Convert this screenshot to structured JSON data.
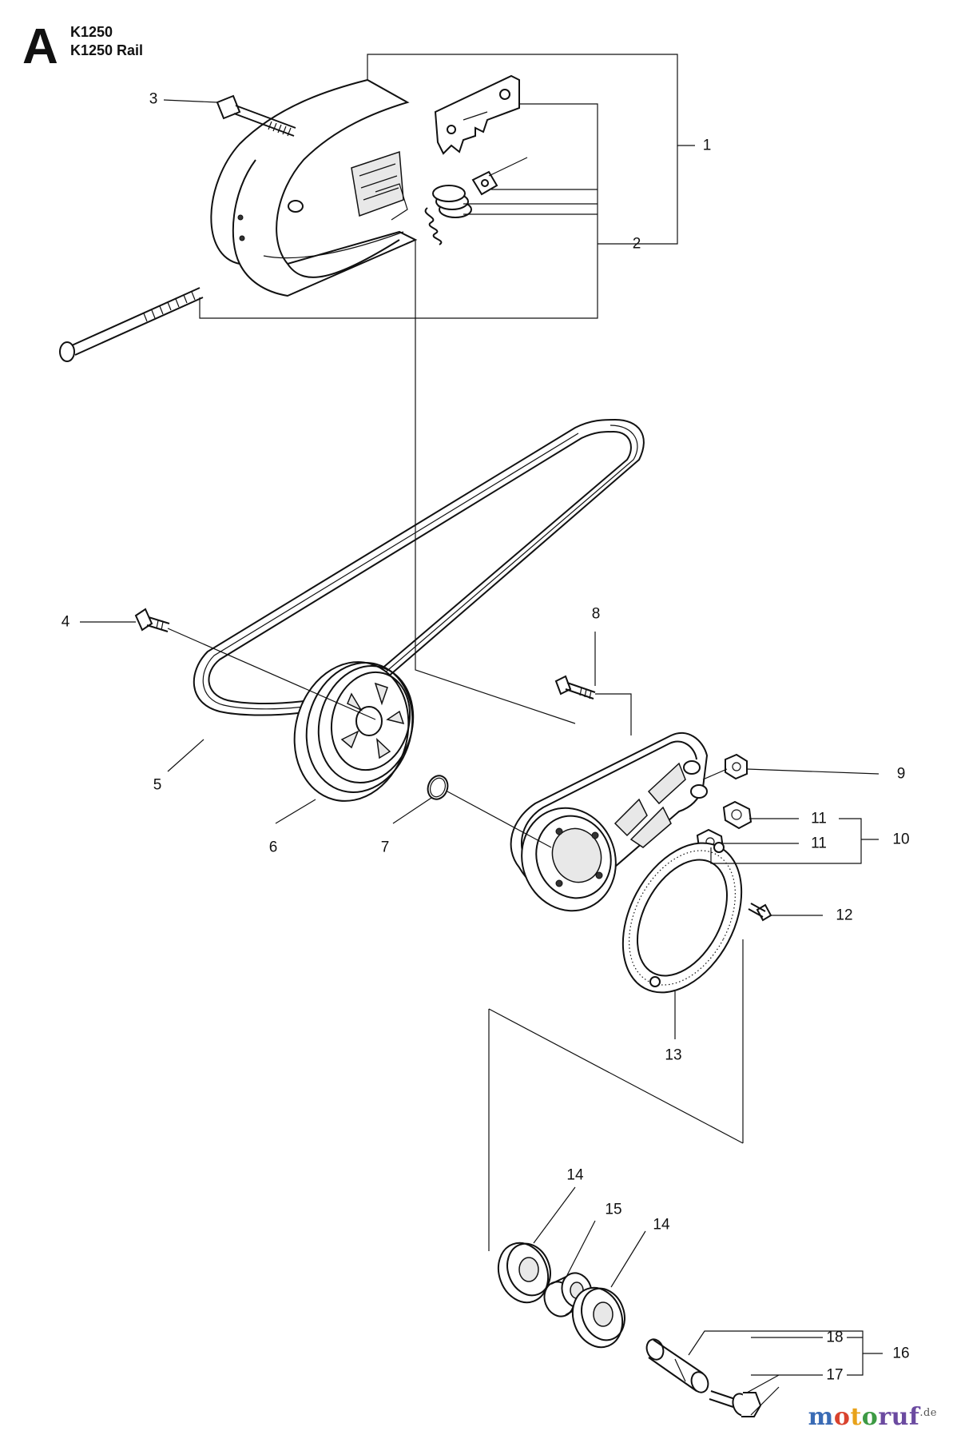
{
  "header": {
    "section_letter": "A",
    "models": [
      "K1250",
      "K1250 Rail"
    ]
  },
  "callouts": [
    {
      "id": "c1",
      "label": "1"
    },
    {
      "id": "c2",
      "label": "2"
    },
    {
      "id": "c3",
      "label": "3"
    },
    {
      "id": "c4",
      "label": "4"
    },
    {
      "id": "c5",
      "label": "5"
    },
    {
      "id": "c6",
      "label": "6"
    },
    {
      "id": "c7",
      "label": "7"
    },
    {
      "id": "c8",
      "label": "8"
    },
    {
      "id": "c9",
      "label": "9"
    },
    {
      "id": "c10",
      "label": "10"
    },
    {
      "id": "c11a",
      "label": "11"
    },
    {
      "id": "c11b",
      "label": "11"
    },
    {
      "id": "c12",
      "label": "12"
    },
    {
      "id": "c13",
      "label": "13"
    },
    {
      "id": "c14a",
      "label": "14"
    },
    {
      "id": "c15",
      "label": "15"
    },
    {
      "id": "c14b",
      "label": "14"
    },
    {
      "id": "c16",
      "label": "16"
    },
    {
      "id": "c18",
      "label": "18"
    },
    {
      "id": "c17",
      "label": "17"
    }
  ],
  "watermark": {
    "parts": [
      "m",
      "o",
      "t",
      "o",
      "ruf"
    ],
    "suffix": ".de"
  }
}
